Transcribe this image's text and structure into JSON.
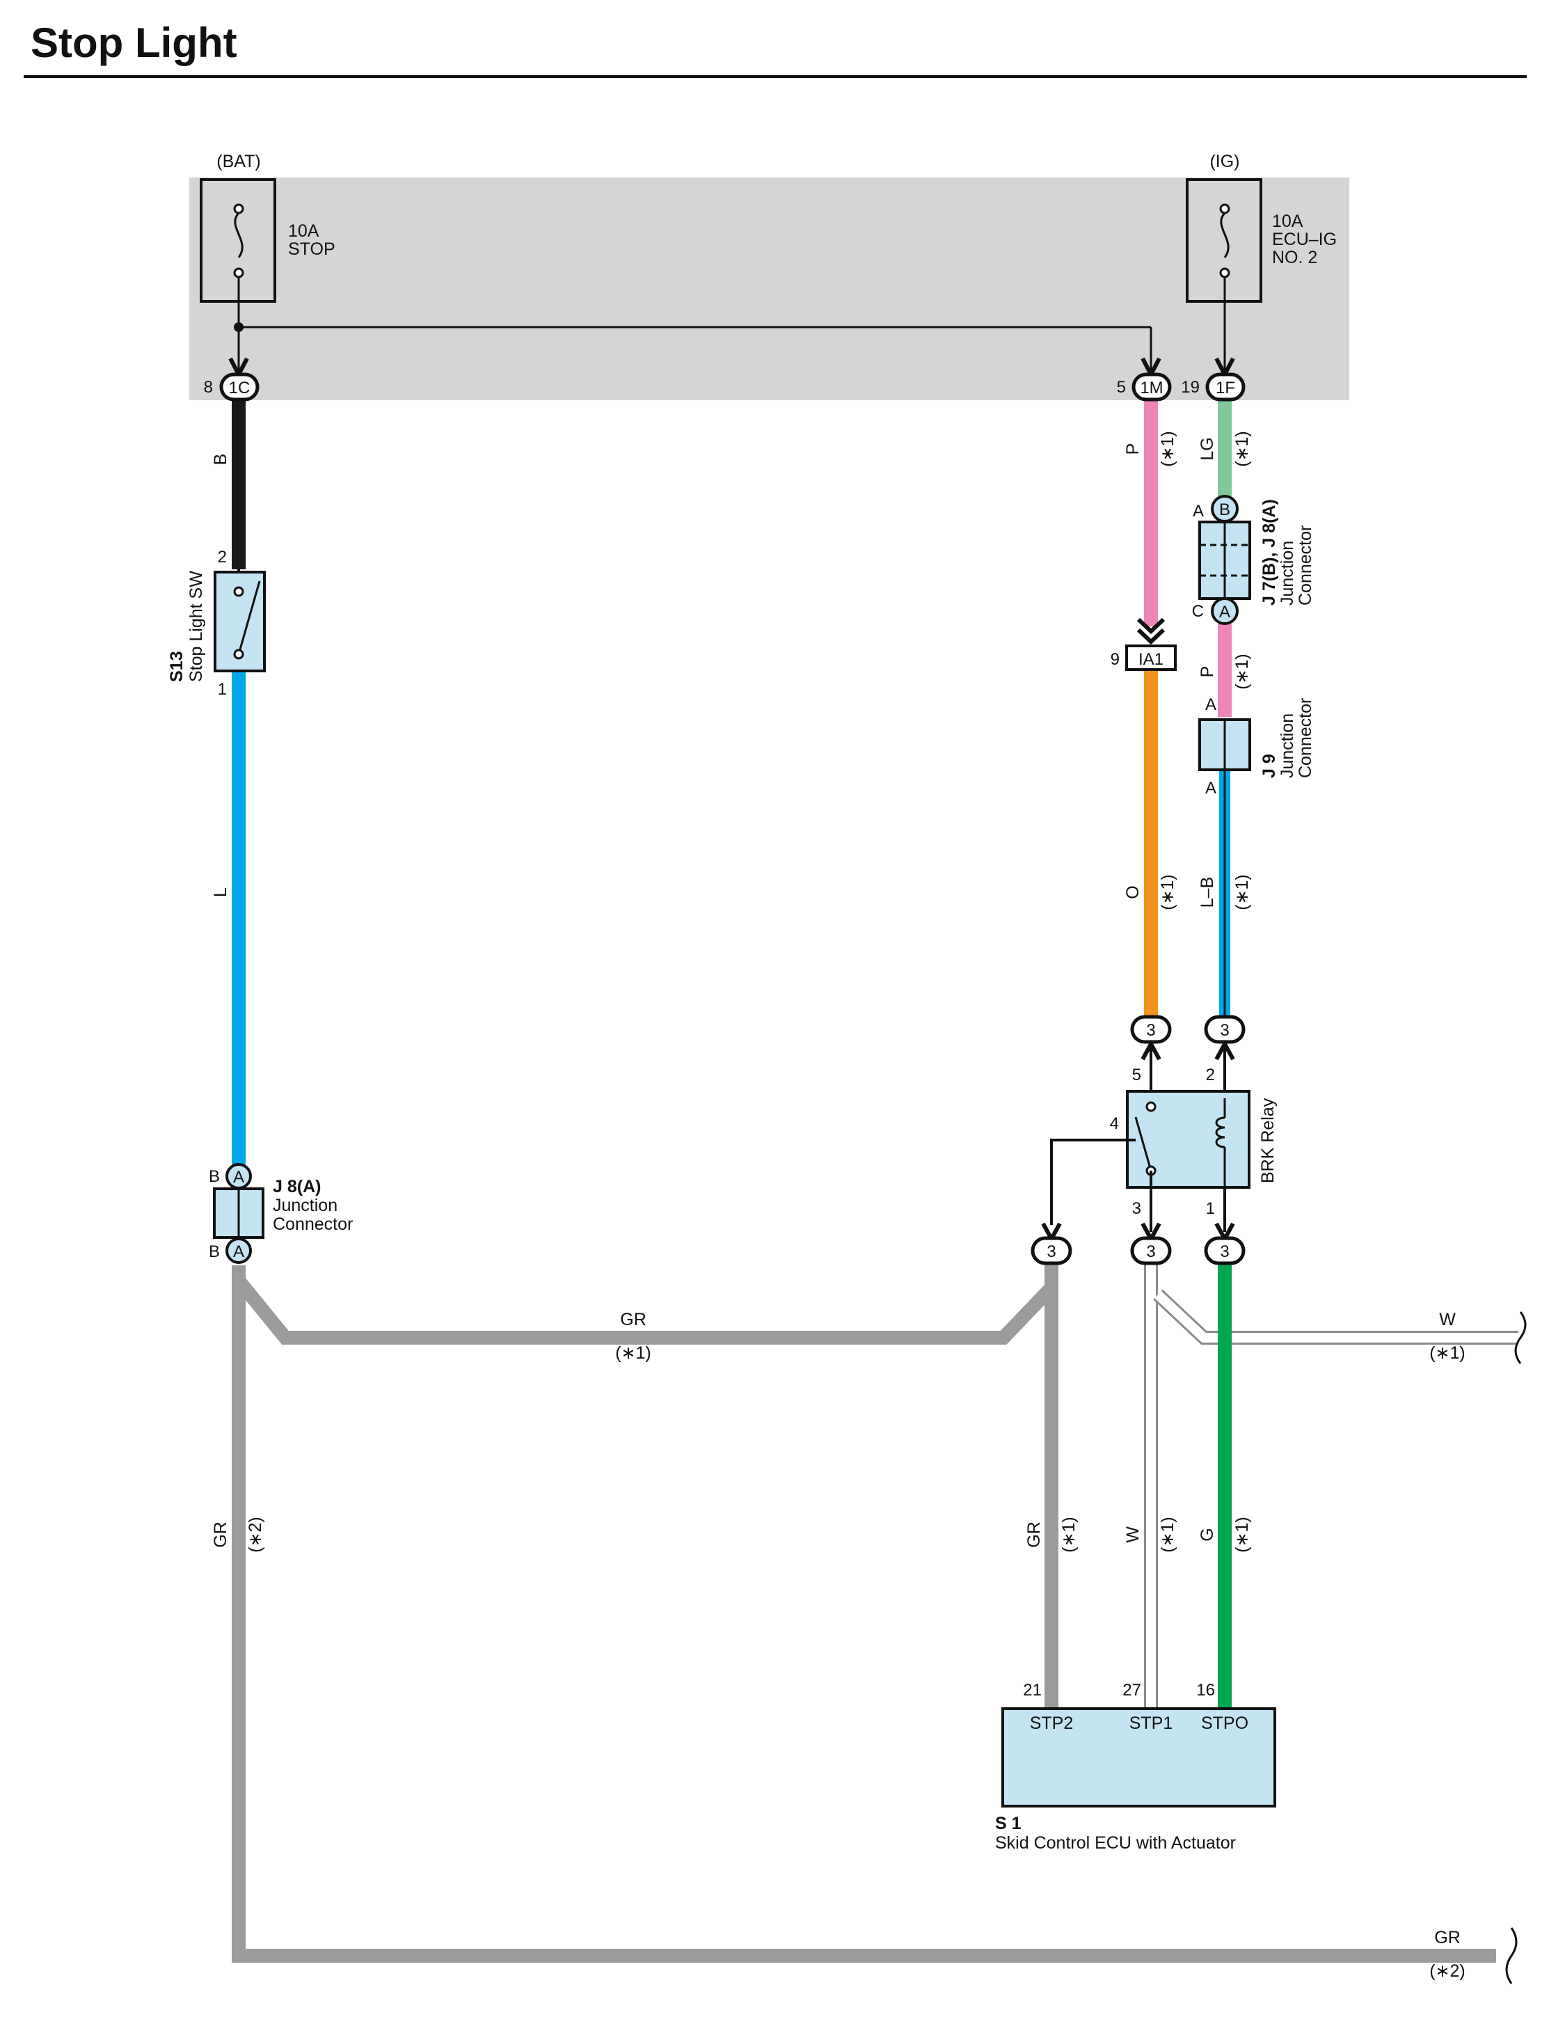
{
  "title": "Stop Light",
  "fuse_box": {
    "bat_label": "(BAT)",
    "ig_label": "(IG)",
    "fuse_stop_line1": "10A",
    "fuse_stop_line2": "STOP",
    "fuse_ecuig_line1": "10A",
    "fuse_ecuig_line2": "ECU–IG",
    "fuse_ecuig_line3": "NO. 2",
    "pin_1c": "8",
    "conn_1c": "1C",
    "pin_1m": "5",
    "conn_1m": "1M",
    "pin_1f": "19",
    "conn_1f": "1F"
  },
  "stop_light_sw": {
    "code": "S13",
    "name": "Stop Light SW",
    "pin_top": "2",
    "pin_bottom": "1"
  },
  "junction_j7_j8": {
    "code": "J 7(B), J 8(A)",
    "name_line1": "Junction",
    "name_line2": "Connector",
    "pin_a": "A",
    "conn_b": "B",
    "pin_c": "C",
    "conn_a": "A"
  },
  "junction_j9": {
    "code": "J 9",
    "name_line1": "Junction",
    "name_line2": "Connector",
    "pin_top": "A",
    "pin_bottom": "A"
  },
  "junction_j8a": {
    "code": "J 8(A)",
    "name_line1": "Junction",
    "name_line2": "Connector",
    "pin_top": "B",
    "conn_top": "A",
    "pin_bottom": "B",
    "conn_bottom": "A"
  },
  "ia1": {
    "pin": "9",
    "conn": "IA1"
  },
  "brk_relay": {
    "name": "BRK Relay",
    "pin5": "5",
    "pin2": "2",
    "pin4": "4",
    "pin3": "3",
    "pin1": "1",
    "conn_3": "3"
  },
  "skid_ecu": {
    "code": "S 1",
    "name": "Skid Control ECU with Actuator",
    "pin21": "21",
    "pin27": "27",
    "pin16": "16",
    "term_stp2": "STP2",
    "term_stp1": "STP1",
    "term_stpo": "STPO"
  },
  "wires": {
    "b": "B",
    "l": "L",
    "p": "P",
    "lg": "LG",
    "o": "O",
    "lb": "L–B",
    "gr": "GR",
    "w": "W",
    "g": "G",
    "note1": "(∗1)",
    "note2": "(∗2)"
  },
  "colors": {
    "fuse_box_bg": "#d4d5d7",
    "component_fill": "#c4e4f4",
    "wire_black": "#1a1a1a",
    "wire_blue": "#00a8e8",
    "wire_pink": "#ef84b8",
    "wire_lightgreen": "#7fc89a",
    "wire_orange": "#f2921e",
    "wire_gray": "#9a9b9d",
    "wire_green": "#00a650",
    "wire_white_edge": "#9a9a9a"
  }
}
